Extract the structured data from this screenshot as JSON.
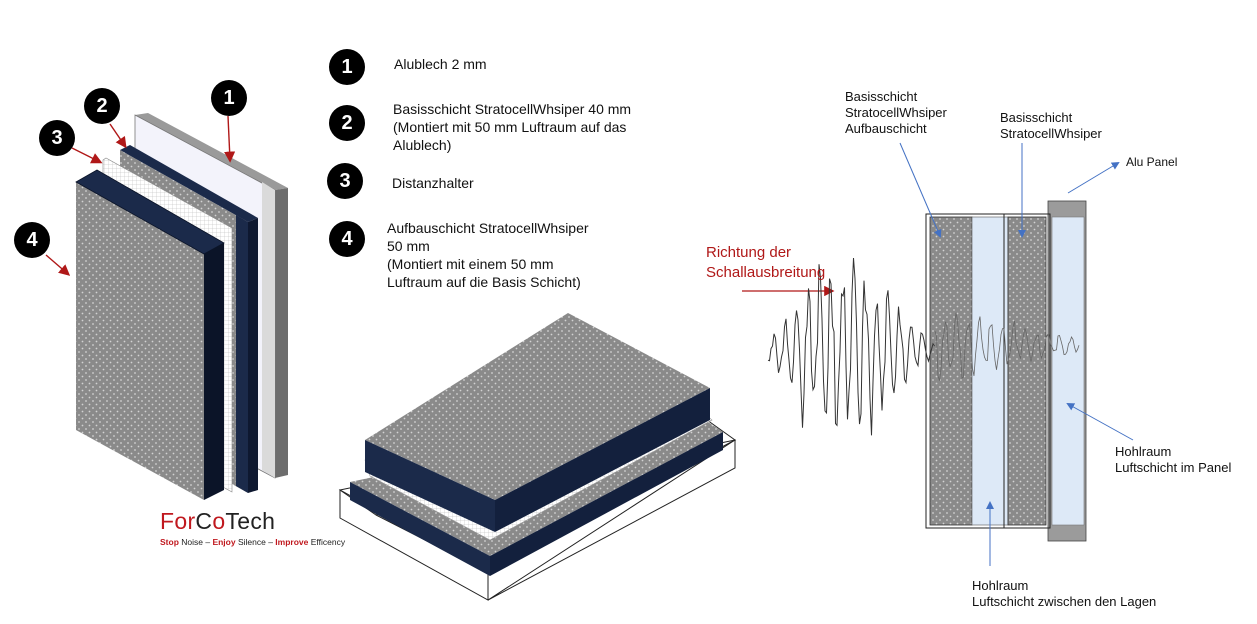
{
  "legend": [
    {
      "num": "1",
      "text": "Alublech 2 mm"
    },
    {
      "num": "2",
      "text": "Basisschicht StratocellWhsiper 40 mm\n(Montiert mit 50 mm Luftraum auf das\nAlublech)"
    },
    {
      "num": "3",
      "text": "Distanzhalter"
    },
    {
      "num": "4",
      "text": "Aufbauschicht StratocellWhsiper\n50 mm\n(Montiert mit einem 50 mm\nLuftraum auf die Basis Schicht)"
    }
  ],
  "exploded_view": {
    "callouts": [
      "1",
      "2",
      "3",
      "4"
    ]
  },
  "brand": {
    "part1": "For",
    "part2": "C",
    "part3": "o",
    "part4": "Tech",
    "tag_stop": "Stop",
    "tag_noise": " Noise – ",
    "tag_enjoy": "Enjoy",
    "tag_silence": " Silence – ",
    "tag_improve": "Improve",
    "tag_efficency": " Efficency"
  },
  "section_view": {
    "direction_label": "Richtung der\nSchallausbreitung",
    "label_top_left": "Basisschicht\nStratocellWhsiper\nAufbauschicht",
    "label_top_mid": "Basisschicht\nStratocellWhsiper",
    "label_alu": "Alu Panel",
    "label_cavity_panel": "Hohlraum\nLuftschicht im Panel",
    "label_cavity_layers": "Hohlraum\nLuftschicht zwischen den Lagen"
  },
  "colors": {
    "navy": "#1b2a4a",
    "panel_gray": "#7f7f7f",
    "foam_gray": "#8c8c8c",
    "arrow_red": "#b01818",
    "arrow_blue": "#4472c4",
    "air_blue": "#dde9f7"
  }
}
